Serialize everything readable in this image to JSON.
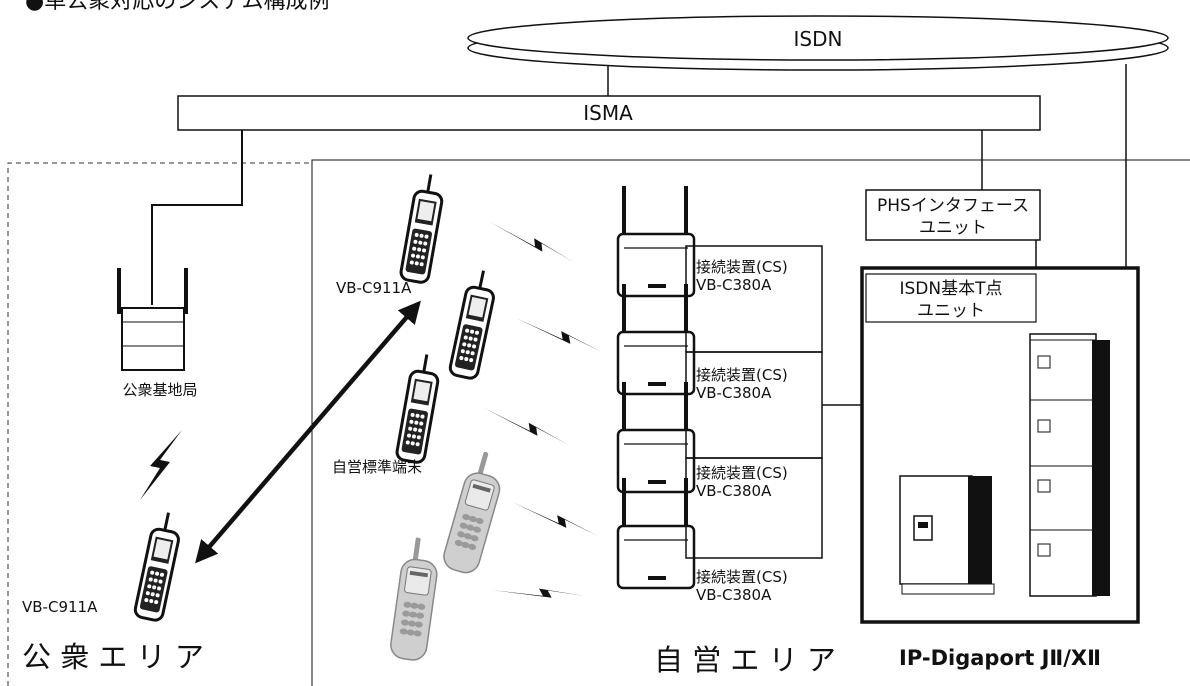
{
  "caption": "●単公衆対応のシステム構成例",
  "isdn": "ISDN",
  "isma": "ISMA",
  "phs_unit": [
    "PHSインタフェース",
    "ユニット"
  ],
  "isdn_unit": [
    "ISDN基本T点",
    "ユニット"
  ],
  "public_station": "公衆基地局",
  "handset_left": "VB-C911A",
  "handset_top": "VB-C911A",
  "private_terminal": "自営標準端末",
  "cs_units": [
    {
      "name": "接続装置(CS)",
      "model": "VB-C380A"
    },
    {
      "name": "接続装置(CS)",
      "model": "VB-C380A"
    },
    {
      "name": "接続装置(CS)",
      "model": "VB-C380A"
    },
    {
      "name": "接続装置(CS)",
      "model": "VB-C380A"
    }
  ],
  "public_area": "公 衆 エ リ ア",
  "private_area": "自 営 エ リ ア",
  "pbx_name": "IP-Digaport JⅡ/XⅡ",
  "colors": {
    "line": "#111111",
    "device_fill": "#ffffff",
    "device_dark": "#222222"
  }
}
